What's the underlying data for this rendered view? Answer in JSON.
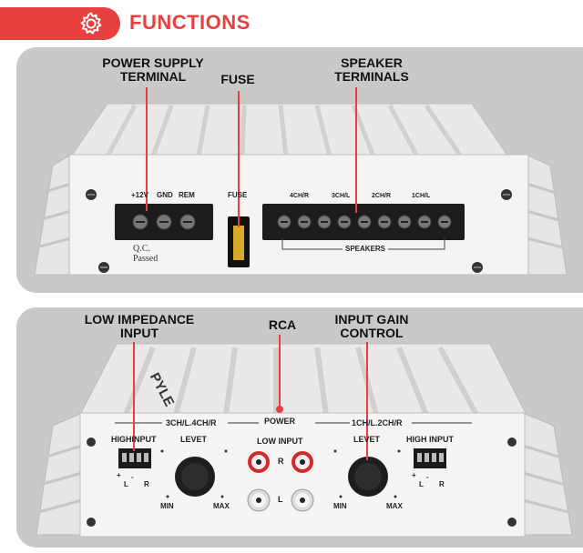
{
  "header": {
    "title": "FUNCTIONS",
    "icon": "gear-icon",
    "accent": "#e8403e"
  },
  "top_panel": {
    "callouts": {
      "power_supply": "POWER SUPPLY\nTERMINAL",
      "fuse": "FUSE",
      "speaker": "SPEAKER\nTERMINALS"
    },
    "silk": {
      "p12v": "+12V",
      "gnd": "GND",
      "rem": "REM",
      "fuse": "FUSE",
      "ch4": "4CH/R",
      "ch3": "3CH/L",
      "ch2": "2CH/R",
      "ch1": "1CH/L",
      "speakers": "SPEAKERS",
      "qc1": "Q.C.",
      "qc2": "Passed"
    }
  },
  "bottom_panel": {
    "callouts": {
      "low_impedance": "LOW IMPEDANCE\nINPUT",
      "rca": "RCA",
      "gain": "INPUT GAIN\nCONTROL"
    },
    "silk": {
      "left_group": "3CH/L.4CH/R",
      "right_group": "1CH/L.2CH/R",
      "power": "POWER",
      "low_input": "LOW INPUT",
      "high_input_left": "HIGHINPUT",
      "high_input_right": "HIGH INPUT",
      "level_left": "LEVET",
      "level_right": "LEVET",
      "min_left": "MIN",
      "max_left": "MAX",
      "min_right": "MIN",
      "max_right": "MAX",
      "r_label": "R",
      "l_label": "L",
      "plus": "+",
      "minus": "-",
      "lr_l": "L",
      "lr_r": "R",
      "brand": "PYLE"
    }
  },
  "colors": {
    "panel_bg": "#c9c9c9",
    "amp_body": "#f1f1f1",
    "terminal": "#1c1c1c",
    "rca_red": "#d62a2a"
  }
}
